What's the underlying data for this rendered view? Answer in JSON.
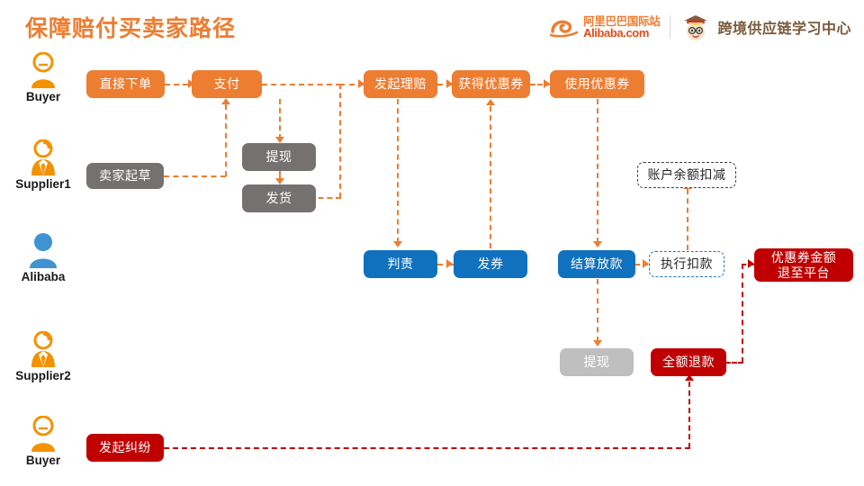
{
  "header": {
    "title": "保障赔付买卖家路径",
    "logo": {
      "icon": "alibaba-logo-icon",
      "cn": "阿里巴巴国际站",
      "en": "Alibaba",
      "dotcom": ".com"
    },
    "center": {
      "icon": "scholar-mascot-icon",
      "label": "跨境供应链学习中心"
    }
  },
  "actors": [
    {
      "name": "Buyer",
      "icon": "buyer-avatar-icon",
      "color": "#F39200"
    },
    {
      "name": "Supplier1",
      "icon": "supplier-avatar-icon",
      "color": "#F39200"
    },
    {
      "name": "Alibaba",
      "icon": "alibaba-avatar-icon",
      "color": "#3E93D0"
    },
    {
      "name": "Supplier2",
      "icon": "supplier-avatar-icon",
      "color": "#F39200"
    },
    {
      "name": "Buyer",
      "icon": "buyer-avatar-icon",
      "color": "#F39200"
    }
  ],
  "nodes": [
    {
      "id": "direct-order",
      "label": "直接下单",
      "style": "orange"
    },
    {
      "id": "pay",
      "label": "支付",
      "style": "orange"
    },
    {
      "id": "file-claim",
      "label": "发起理赔",
      "style": "orange"
    },
    {
      "id": "get-coupon",
      "label": "获得优惠券",
      "style": "orange"
    },
    {
      "id": "use-coupon",
      "label": "使用优惠券",
      "style": "orange"
    },
    {
      "id": "seller-draft",
      "label": "卖家起草",
      "style": "gray"
    },
    {
      "id": "withdraw-top",
      "label": "提现",
      "style": "gray"
    },
    {
      "id": "ship",
      "label": "发货",
      "style": "gray"
    },
    {
      "id": "balance-deduct",
      "label": "账户余额扣减",
      "style": "dash-dark"
    },
    {
      "id": "judge",
      "label": "判责",
      "style": "blue"
    },
    {
      "id": "issue-coupon",
      "label": "发券",
      "style": "blue"
    },
    {
      "id": "settle-payout",
      "label": "结算放款",
      "style": "blue"
    },
    {
      "id": "execute-deduct",
      "label": "执行扣款",
      "style": "dash-blue"
    },
    {
      "id": "coupon-refund",
      "label": "优惠券金额\n退至平台",
      "style": "red"
    },
    {
      "id": "withdraw-bottom",
      "label": "提现",
      "style": "gray-light"
    },
    {
      "id": "full-refund",
      "label": "全额退款",
      "style": "red"
    },
    {
      "id": "raise-dispute",
      "label": "发起纠纷",
      "style": "red"
    }
  ],
  "colors": {
    "orange": "#ED7D31",
    "gray": "#767171",
    "gray_light": "#BFBFBF",
    "blue": "#1072BF",
    "red": "#C00000",
    "title": "#ED7D31",
    "dash_dark_border": "#404040",
    "dash_blue_border": "#2E75B6"
  }
}
